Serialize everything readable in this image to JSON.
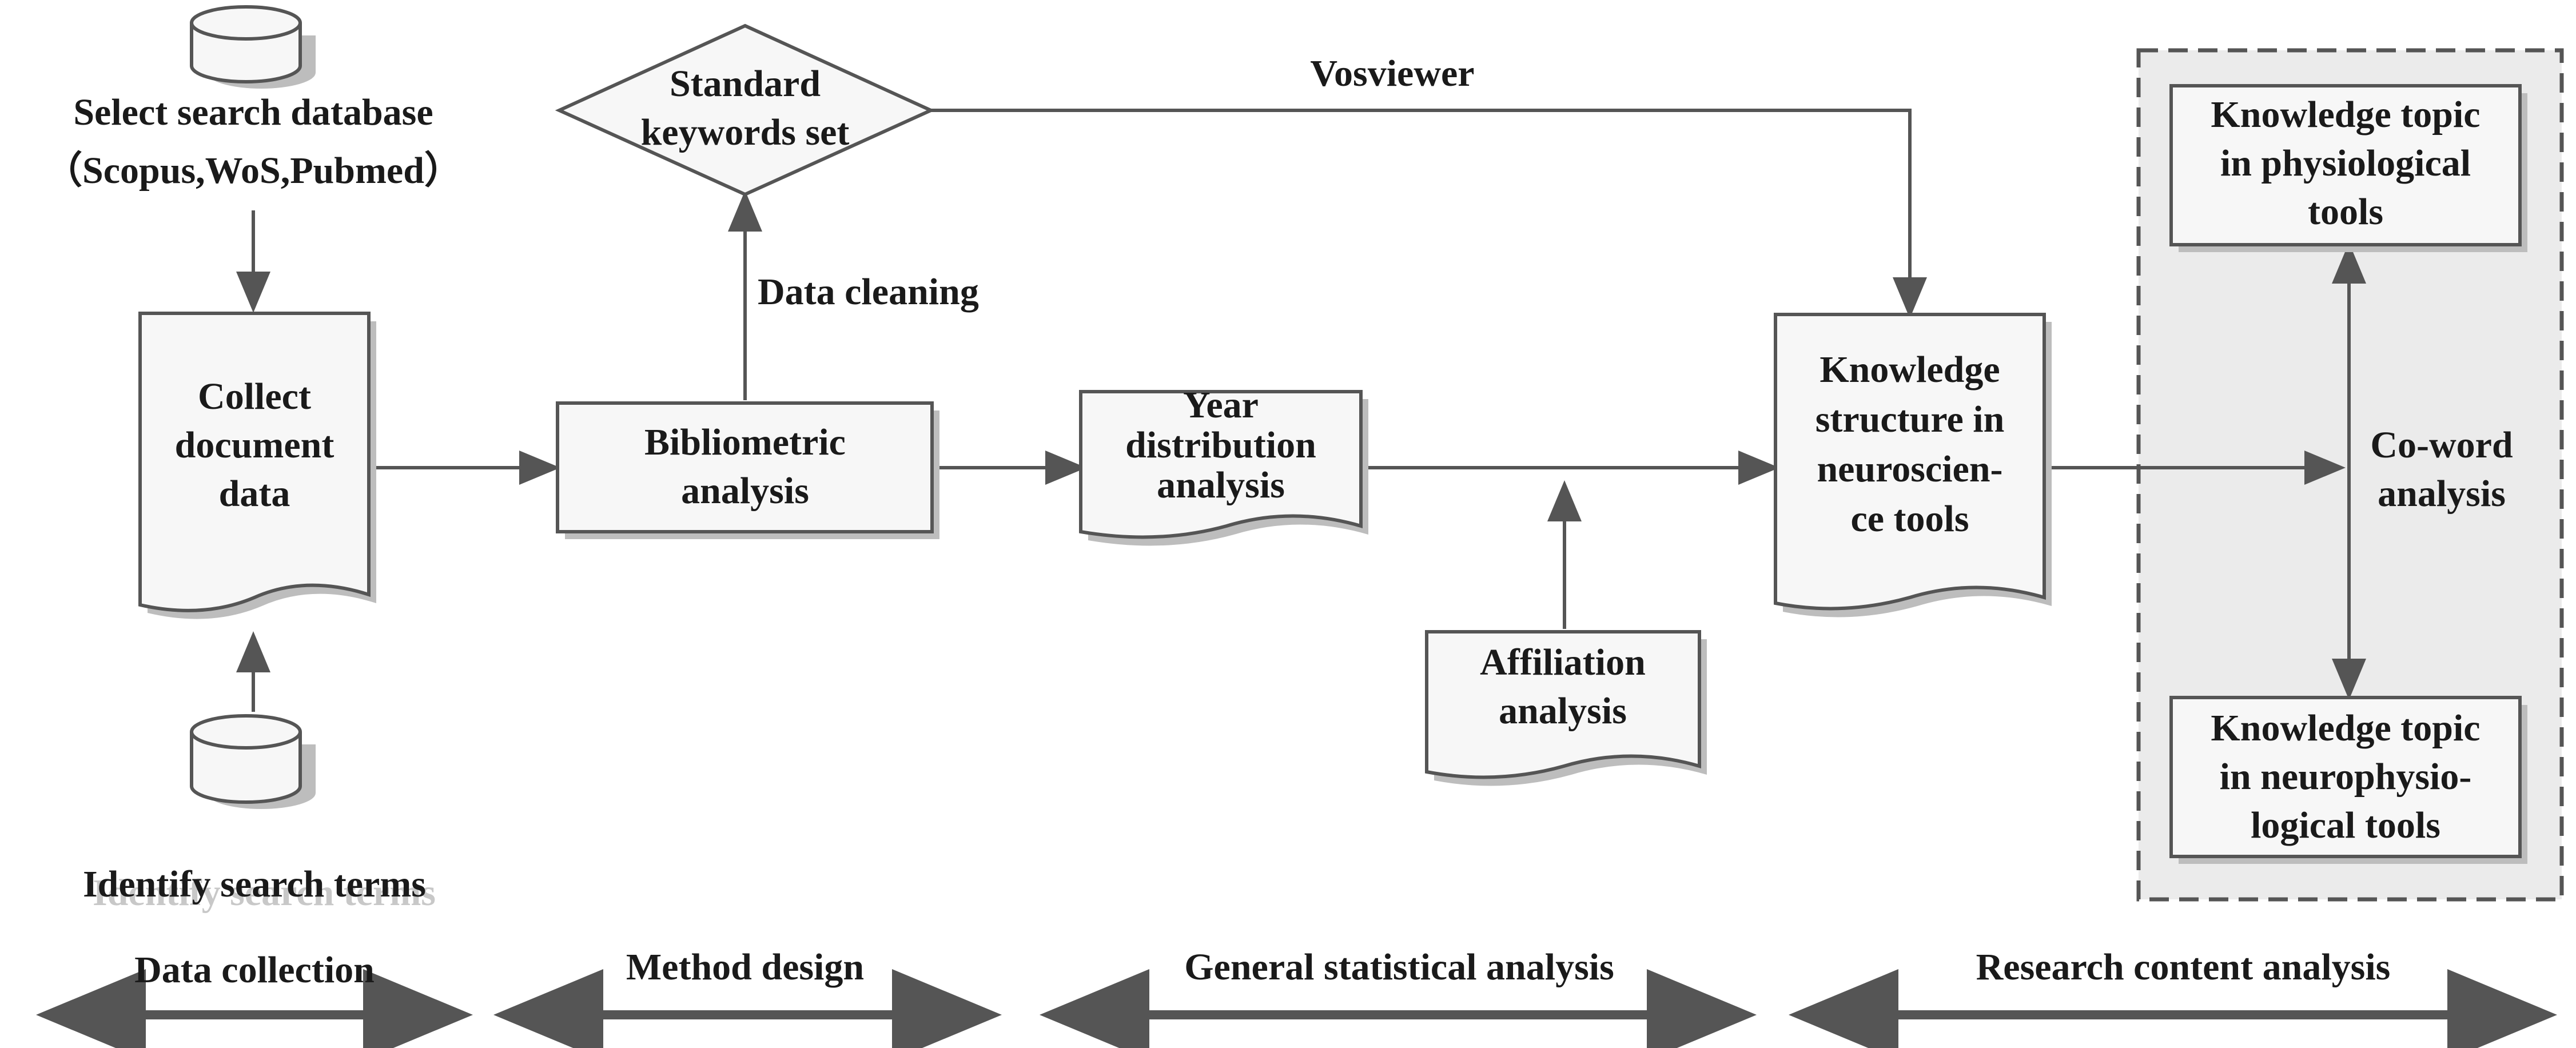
{
  "nodes": {
    "select_db": {
      "line1": "Select search database",
      "line2": "（Scopus,WoS,Pubmed）"
    },
    "collect": {
      "line1": "Collect",
      "line2": "document",
      "line3": "data"
    },
    "identify": {
      "line1": "Identify search terms"
    },
    "keywords": {
      "line1": "Standard",
      "line2": "keywords set"
    },
    "bibliometric": {
      "line1": "Bibliometric",
      "line2": "analysis"
    },
    "year": {
      "line1": "Year",
      "line2": "distribution",
      "line3": "analysis"
    },
    "affiliation": {
      "line1": "Affiliation",
      "line2": "analysis"
    },
    "structure": {
      "line1": "Knowledge",
      "line2": "structure in",
      "line3": "neuroscien-",
      "line4": "ce tools"
    },
    "physio": {
      "line1": "Knowledge topic",
      "line2": "in physiological",
      "line3": "tools"
    },
    "neuro": {
      "line1": "Knowledge topic",
      "line2": "in neurophysio-",
      "line3": "logical tools"
    }
  },
  "edge_labels": {
    "vosviewer": "Vosviewer",
    "data_cleaning": "Data cleaning",
    "coword_line1": "Co-word",
    "coword_line2": "analysis"
  },
  "phases": {
    "data_collection": "Data collection",
    "method_design": "Method design",
    "general_statistical": "General statistical analysis",
    "research_content": "Research content analysis"
  },
  "colors": {
    "stroke": "#555555",
    "fill": "#f7f7f7",
    "shadow": "#bdbdbd",
    "panel": "#ebebeb",
    "text": "#1a1a1a"
  }
}
